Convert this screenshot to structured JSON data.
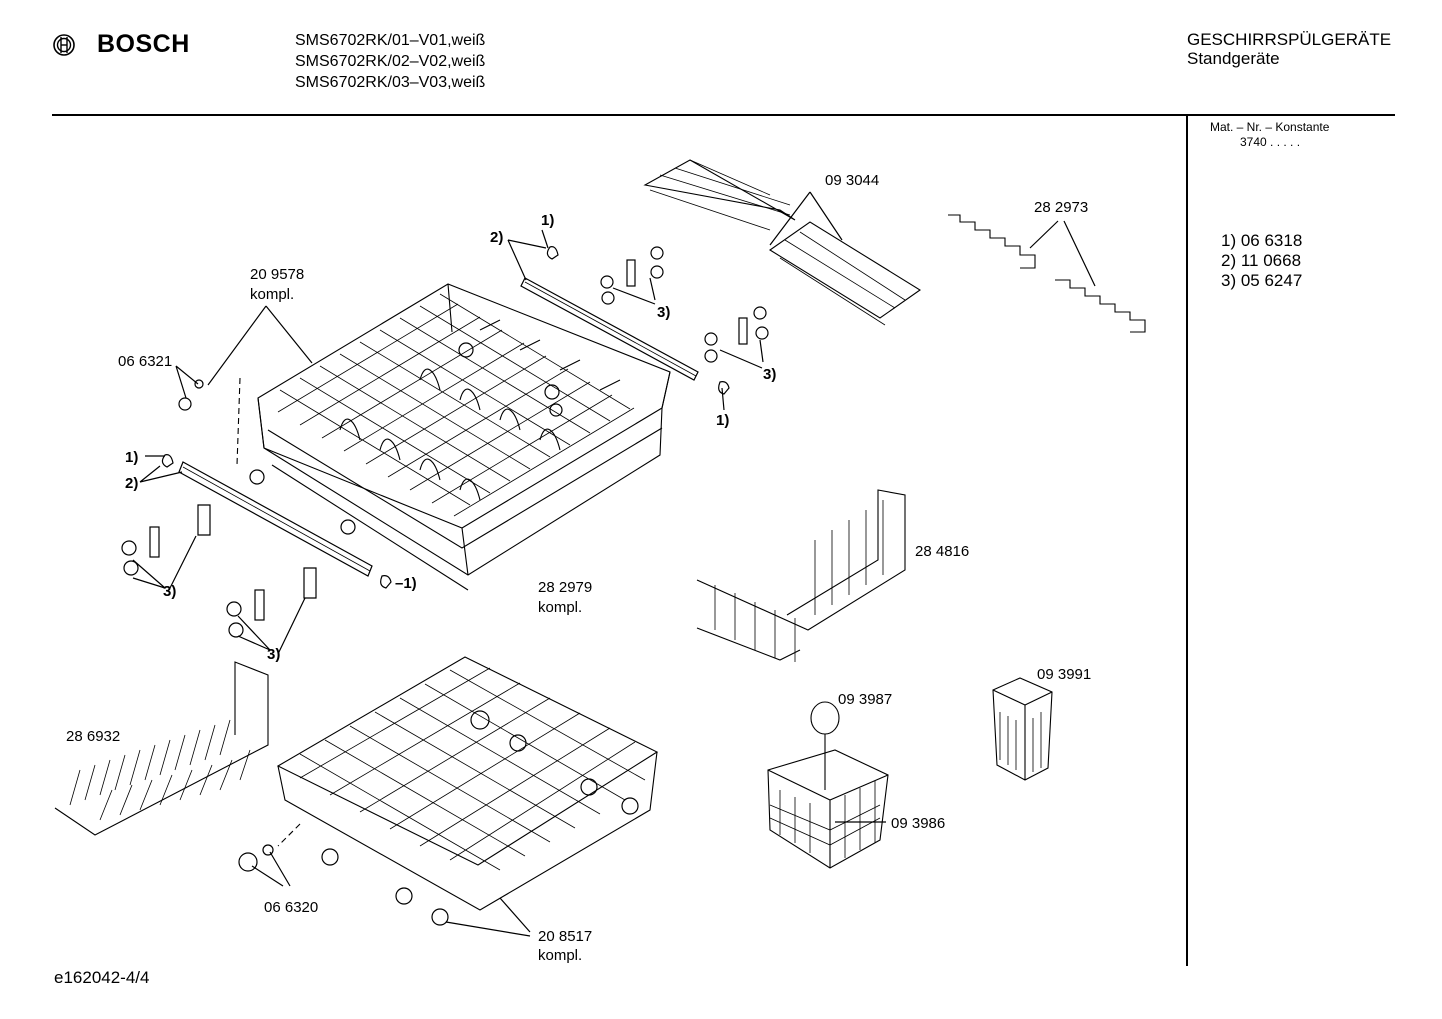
{
  "header": {
    "brand": "BOSCH",
    "models": [
      "SMS6702RK/01–V01,weiß",
      "SMS6702RK/02–V02,weiß",
      "SMS6702RK/03–V03,weiß"
    ],
    "category": "GESCHIRRSPÜLGERÄTE",
    "subcategory": "Standgeräte"
  },
  "sidebar": {
    "mat_label": "Mat. – Nr. – Konstante",
    "mat_value": "3740 .  .  .  .  .",
    "legend": [
      "1)  06 6318",
      "2)  11 0668",
      "3)  05 6247"
    ]
  },
  "parts": {
    "p093044": "09 3044",
    "p282973": "28 2973",
    "p209578": "20 9578",
    "p209578_sub": "kompl.",
    "p066321": "06 6321",
    "p284816": "28 4816",
    "p282979": "28 2979",
    "p282979_sub": "kompl.",
    "p093991": "09 3991",
    "p093987": "09 3987",
    "p286932": "28 6932",
    "p093986": "09 3986",
    "p066320": "06 6320",
    "p208517": "20 8517",
    "p208517_sub": "kompl."
  },
  "callouts": {
    "c1": "1)",
    "c2": "2)",
    "c3": "3)",
    "c1_dash": "–1)"
  },
  "footer": {
    "doc_id": "e162042-4/4"
  }
}
